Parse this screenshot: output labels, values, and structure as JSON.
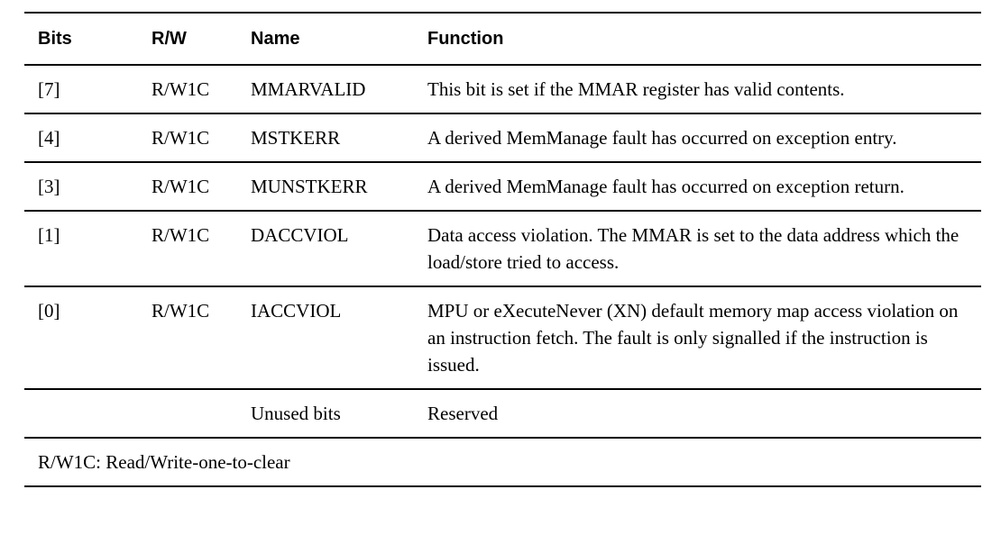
{
  "colors": {
    "text": "#000000",
    "background": "#ffffff",
    "rule": "#000000"
  },
  "table": {
    "columns": [
      "Bits",
      "R/W",
      "Name",
      "Function"
    ],
    "rows": [
      {
        "bits": "[7]",
        "rw": "R/W1C",
        "name": "MMARVALID",
        "function": "This bit is set if the MMAR register has valid contents."
      },
      {
        "bits": "[4]",
        "rw": "R/W1C",
        "name": "MSTKERR",
        "function": "A derived MemManage fault has occurred on exception entry."
      },
      {
        "bits": "[3]",
        "rw": "R/W1C",
        "name": "MUNSTKERR",
        "function": "A derived MemManage fault has occurred on exception return."
      },
      {
        "bits": "[1]",
        "rw": "R/W1C",
        "name": "DACCVIOL",
        "function": "Data access violation. The MMAR is set to the data address which the load/store tried to access."
      },
      {
        "bits": "[0]",
        "rw": "R/W1C",
        "name": "IACCVIOL",
        "function": "MPU or eXecuteNever (XN) default memory map access violation on an instruction fetch. The fault is only signalled if the instruction is issued."
      },
      {
        "bits": "",
        "rw": "",
        "name": "Unused bits",
        "function": "Reserved"
      }
    ],
    "footnote": "R/W1C: Read/Write-one-to-clear"
  }
}
